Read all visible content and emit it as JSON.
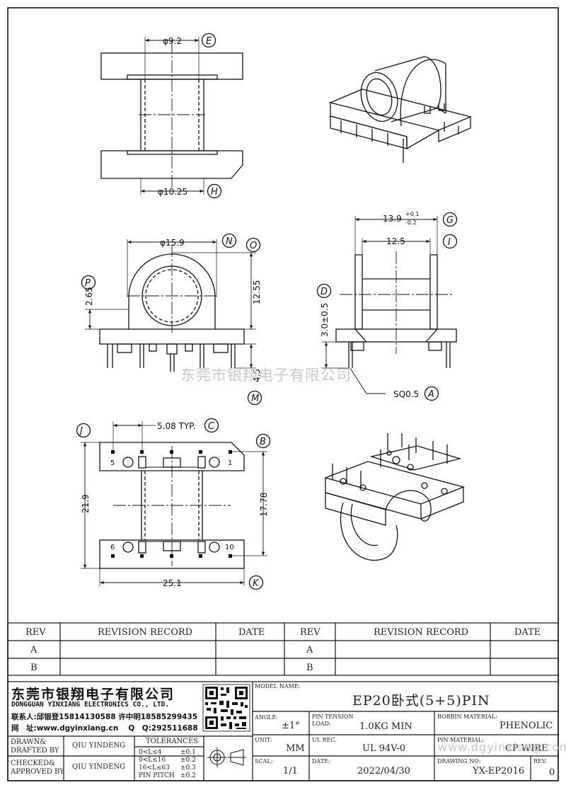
{
  "dimensions": {
    "phi_9_2": "φ9.2",
    "phi_10_25": "φ10.25",
    "phi_15_9": "φ15.9",
    "d_12_55": "12.55",
    "d_2_65": "2.65",
    "d_4_5": "4.5",
    "d_13_9_base": "13.9",
    "d_13_9_plus": "+0.1",
    "d_13_9_minus": "-0.2",
    "d_12_5": "12.5",
    "d_3_0": "3.0±0.5",
    "sq_0_5": "SQ0.5",
    "pitch": "5.08 TYP.",
    "d_21_9": "21.9",
    "d_17_78": "17.78",
    "d_25_1": "25.1"
  },
  "labels": {
    "E": "E",
    "H": "H",
    "N": "N",
    "O": "O",
    "P": "P",
    "M": "M",
    "G": "G",
    "I": "I",
    "D": "D",
    "A": "A",
    "J": "J",
    "C": "C",
    "B": "B",
    "K": "K"
  },
  "pin_numbers": {
    "p5": "5",
    "p1": "1",
    "p6": "6",
    "p10": "10"
  },
  "watermark": "东莞市银翔电子有限公司",
  "revision_table": {
    "rev_header": "REV",
    "record_header": "REVISION RECORD",
    "date_header": "DATE",
    "rows": [
      "A",
      "B"
    ]
  },
  "company": {
    "name_cn": "东莞市银翔电子有限公司",
    "name_en": "DONGGUAN YINXIANG ELECTRONICS CO., LTD.",
    "contact": "联系人:邱银登15814130588 许中明18585299435",
    "website": "网　址:www.dgyinxiang.cn　 Q　Q:292511688"
  },
  "title_block": {
    "model_name_label": "MODEL NAME:",
    "model_name": "EP20卧式(5+5)PIN",
    "angle_label": "ANGLE:",
    "angle": "±1°",
    "pin_tension_label": "PIN TENSION",
    "load_label": "LOAD:",
    "load": "1.0KG MIN",
    "bobbin_material_label": "BOBBIN MATERIAL:",
    "bobbin_material": "PHENOLIC",
    "drawn_label": "DRAWN&",
    "drafted_label": "DRAFTED BY",
    "drafted_by": "QIU YINDENG",
    "tolerances_label": "TOLERANCES",
    "tol_rows": [
      {
        "range": "0<L≤4",
        "tol": "±0.1"
      },
      {
        "range": "0<L≤16",
        "tol": "±0.2"
      },
      {
        "range": "16<L≤63",
        "tol": "±0.3"
      },
      {
        "range": "PIN PITCH",
        "tol": "±0.2"
      }
    ],
    "unit_label": "UNIT:",
    "unit": "MM",
    "ul_rec_label": "UL REC.",
    "ul_rec": "UL 94V-0",
    "pin_material_label": "PIN MATERIAL:",
    "pin_material": "CP WIRE",
    "checked_label": "CHECKED&",
    "approved_label": "APPROVED BY",
    "approved_by": "QIU YINDENG",
    "scale_label": "SCAL:",
    "scale": "1/1",
    "date_label": "DATE:",
    "date": "2022/04/30",
    "drawing_no_label": "DRAWING NO:",
    "drawing_no": "YX-EP2016",
    "rev_label": "REV.",
    "rev": "0",
    "footer_watermark": "www.dgyinxiang.com"
  }
}
